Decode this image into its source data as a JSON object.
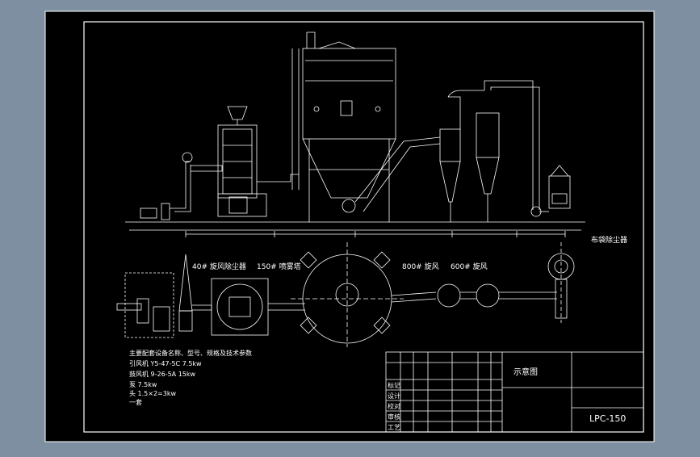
{
  "colors": {
    "background": "#7d8fa1",
    "sheet": "#000000",
    "line": "#ffffff"
  },
  "drawing": {
    "plan_labels": {
      "item_a": "40# 旋风除尘器",
      "item_b": "150# 喷雾塔",
      "item_c": "800# 旋风",
      "item_d": "600# 旋风",
      "right_tag": "布袋除尘器"
    },
    "notes": [
      "主要配套设备名称、型号、规格及技术参数",
      "引风机 Y5-47-5C  7.5kw",
      "鼓风机 9-26-5A  15kw",
      "泵 7.5kw",
      "头 1.5×2=3kw",
      "一套"
    ]
  },
  "title_block": {
    "title": "示意图",
    "drawing_number": "LPC-150",
    "rows": [
      "标记",
      "设计",
      "校对",
      "审核",
      "工艺"
    ]
  }
}
